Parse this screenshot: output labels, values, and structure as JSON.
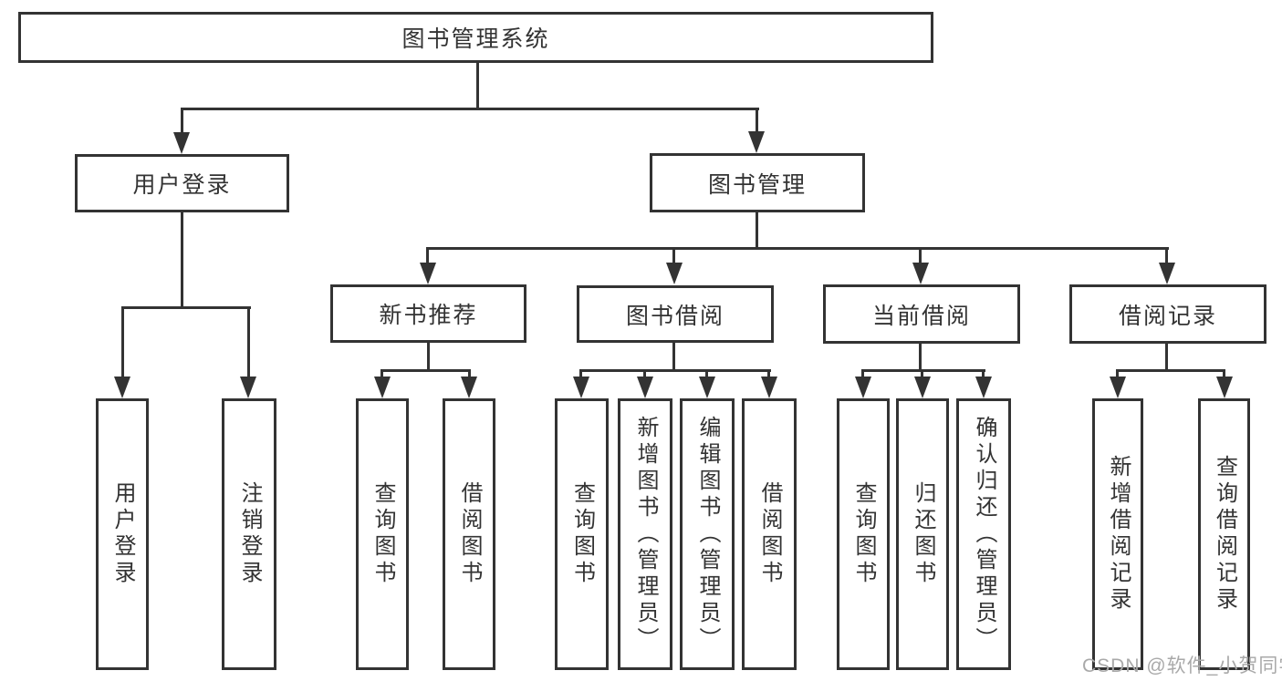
{
  "diagram_title": "图书管理系统",
  "nodes": {
    "root": "图书管理系统",
    "level2": {
      "user_login": "用户登录",
      "book_management": "图书管理"
    },
    "level3": {
      "new_book_rec": "新书推荐",
      "book_borrow": "图书借阅",
      "current_borrow": "当前借阅",
      "borrow_records": "借阅记录"
    },
    "leaves": {
      "user_login": "用户登录",
      "logout": "注销登录",
      "nb_query": "查询图书",
      "nb_borrow": "借阅图书",
      "bb_query": "查询图书",
      "bb_add": "新增图书（管理员）",
      "bb_edit": "编辑图书（管理员）",
      "bb_borrow": "借阅图书",
      "cb_query": "查询图书",
      "cb_return": "归还图书",
      "cb_confirm": "确认归还（管理员）",
      "br_add": "新增借阅记录",
      "br_query": "查询借阅记录"
    }
  },
  "watermark": "CSDN @软件_小贺同学",
  "colors": {
    "line": "#333333",
    "text": "#333333",
    "watermark": "#a9a9a9",
    "background": "#ffffff"
  }
}
